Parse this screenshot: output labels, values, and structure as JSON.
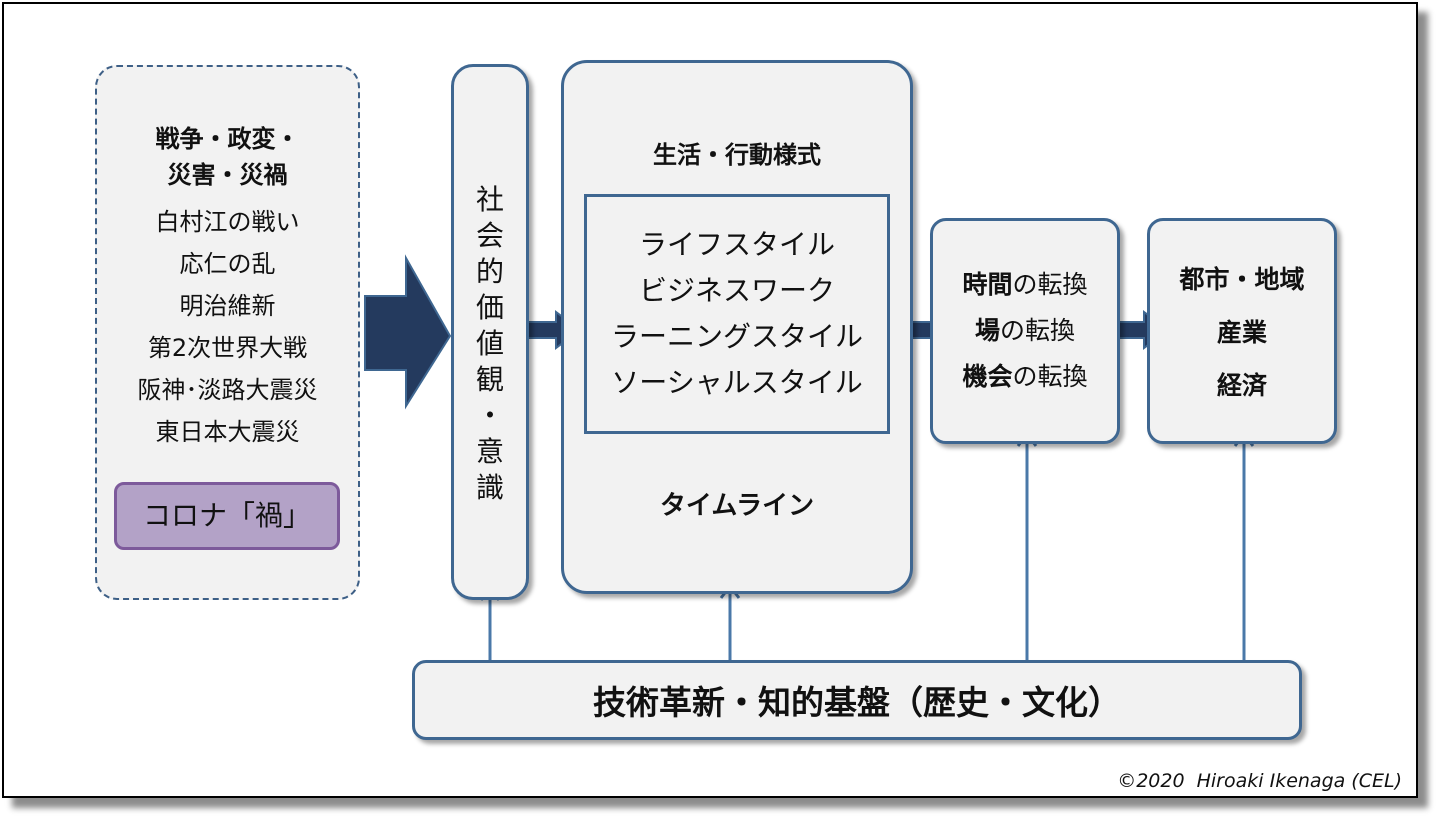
{
  "events": {
    "heading_line1": "戦争・政変・",
    "heading_line2": "災害・災禍",
    "items": [
      "白村江の戦い",
      "応仁の乱",
      "明治維新",
      "第2次世界大戦",
      "阪神･淡路大震災",
      "東日本大震災"
    ],
    "corona": "コロナ「禍」"
  },
  "values": {
    "chars": [
      "社",
      "会",
      "的",
      "価",
      "値",
      "観",
      "・",
      "意",
      "識"
    ]
  },
  "lifestyle": {
    "title": "生活・行動様式",
    "styles": [
      "ライフスタイル",
      "ビジネスワーク",
      "ラーニングスタイル",
      "ソーシャルスタイル"
    ],
    "timeline": "タイムライン"
  },
  "transform": {
    "items": [
      {
        "key": "時間",
        "rest": "の転換"
      },
      {
        "key": "場",
        "rest": "の転換"
      },
      {
        "key": "機会",
        "rest": "の転換"
      }
    ]
  },
  "outcomes": {
    "items": [
      "都市・地域",
      "産業",
      "経済"
    ]
  },
  "foundation": {
    "label": "技術革新・知的基盤（歴史・文化）"
  },
  "copyright": "©2020  Hiroaki Ikenaga (CEL)",
  "colors": {
    "box_border": "#3f6791",
    "box_fill": "#f2f2f2",
    "big_arrow": "#243a5e",
    "corona_fill": "#b3a2c7",
    "corona_border": "#7d5a9b"
  }
}
